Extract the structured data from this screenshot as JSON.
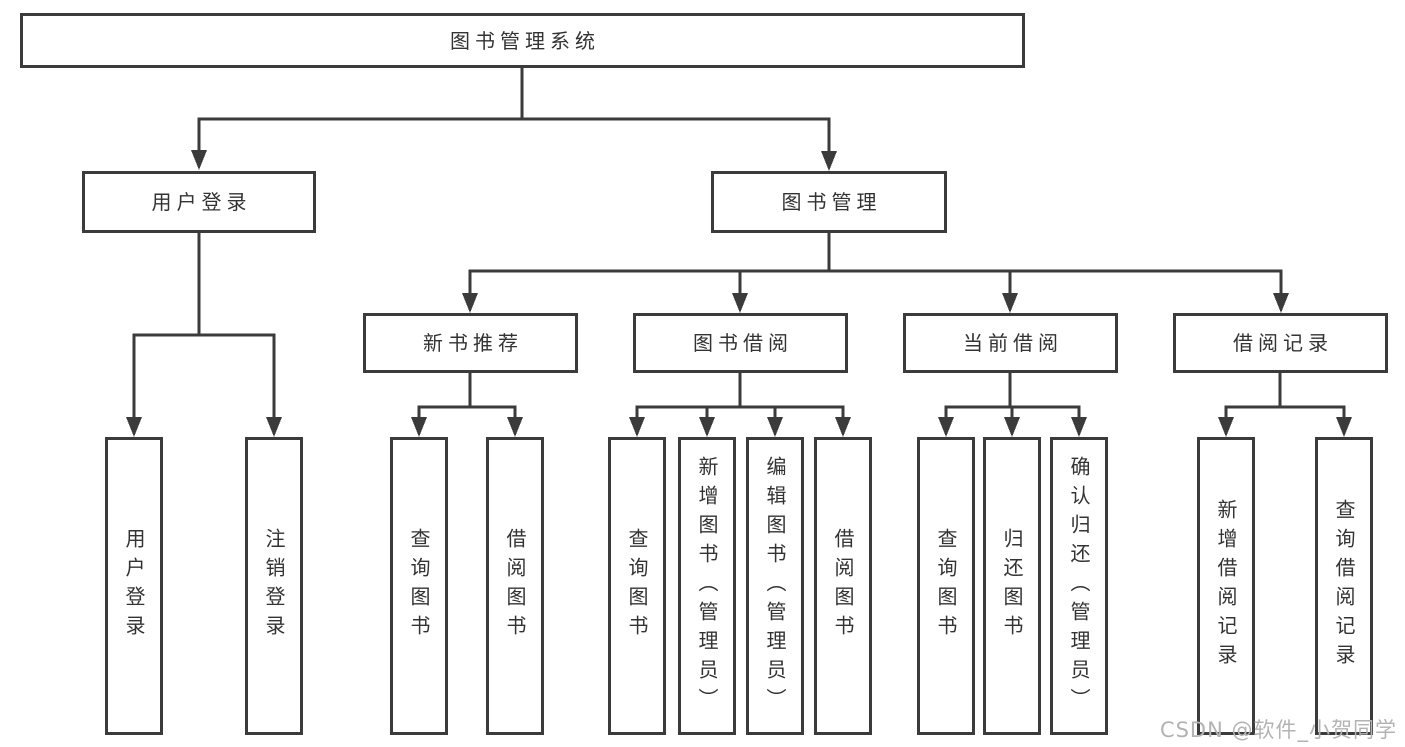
{
  "page": {
    "background": "#ffffff",
    "watermark": "CSDN @软件_小贺同学",
    "colors": {
      "line": "#3b3b3b",
      "text": "#333333",
      "box_background": "#ffffff",
      "watermark": "#b3b3b3"
    }
  },
  "tree": {
    "label": "图书管理系统",
    "children": [
      {
        "label": "用户登录",
        "children": [
          {
            "label": "用户登录"
          },
          {
            "label": "注销登录"
          }
        ]
      },
      {
        "label": "图书管理",
        "children": [
          {
            "label": "新书推荐",
            "children": [
              {
                "label": "查询图书"
              },
              {
                "label": "借阅图书"
              }
            ]
          },
          {
            "label": "图书借阅",
            "children": [
              {
                "label": "查询图书"
              },
              {
                "label": "新增图书（管理员）"
              },
              {
                "label": "编辑图书（管理员）"
              },
              {
                "label": "借阅图书"
              }
            ]
          },
          {
            "label": "当前借阅",
            "children": [
              {
                "label": "查询图书"
              },
              {
                "label": "归还图书"
              },
              {
                "label": "确认归还（管理员）"
              }
            ]
          },
          {
            "label": "借阅记录",
            "children": [
              {
                "label": "新增借阅记录"
              },
              {
                "label": "查询借阅记录"
              }
            ]
          }
        ]
      }
    ]
  }
}
